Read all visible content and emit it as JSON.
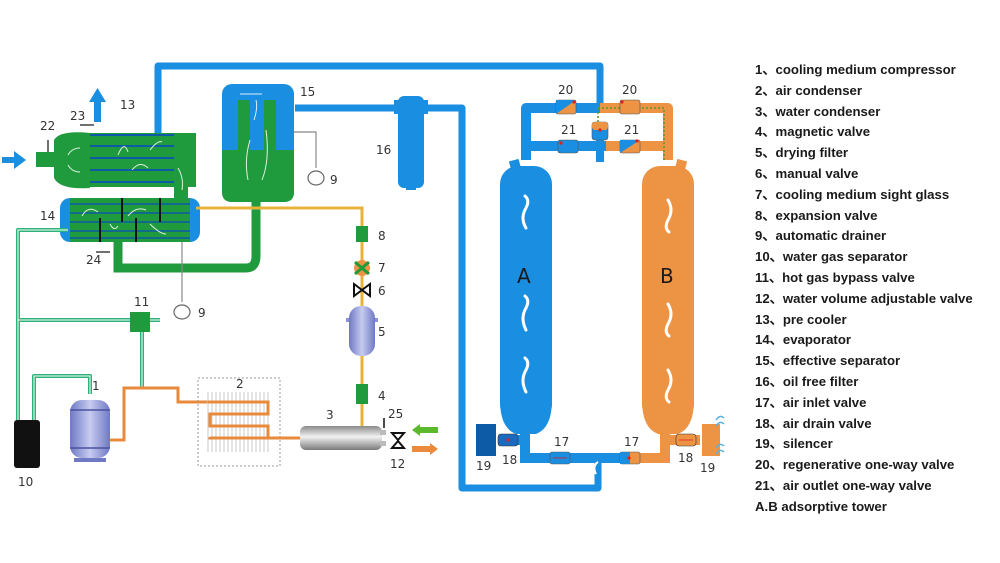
{
  "colors": {
    "air_blue": "#1a8ee0",
    "dark_blue": "#0d5aa7",
    "refrigerant_green": "#1f9a3c",
    "hot_orange": "#ec9444",
    "copper_orange": "#e88a3c",
    "liquid_yellow": "#e8b33a",
    "cooling_water_green": "#2db27a"
  },
  "tower_labels": {
    "a": "A",
    "b": "B"
  },
  "component_numbers": {
    "n1": "1",
    "n2": "2",
    "n3": "3",
    "n4": "4",
    "n5": "5",
    "n6": "6",
    "n7": "7",
    "n8": "8",
    "n9a": "9",
    "n9b": "9",
    "n10": "10",
    "n11": "11",
    "n12": "12",
    "n13": "13",
    "n14": "14",
    "n15": "15",
    "n16": "16",
    "n17a": "17",
    "n17b": "17",
    "n18a": "18",
    "n18b": "18",
    "n19a": "19",
    "n19b": "19",
    "n20a": "20",
    "n20b": "20",
    "n21a": "21",
    "n21b": "21",
    "n22": "22",
    "n23": "23",
    "n24": "24",
    "n25": "25"
  },
  "legend": [
    "1、cooling medium compressor",
    "2、air condenser",
    "3、water condenser",
    "4、magnetic valve",
    "5、drying filter",
    "6、manual valve",
    "7、cooling medium sight glass",
    "8、expansion valve",
    "9、automatic drainer",
    "10、water gas separator",
    "11、hot gas bypass valve",
    "12、water volume adjustable valve",
    "13、pre cooler",
    "14、evaporator",
    "15、effective separator",
    "16、oil free filter",
    "17、air inlet valve",
    "18、air drain valve",
    "19、silencer",
    "20、regenerative one-way valve",
    "21、air outlet one-way valve",
    "A.B adsorptive tower"
  ]
}
